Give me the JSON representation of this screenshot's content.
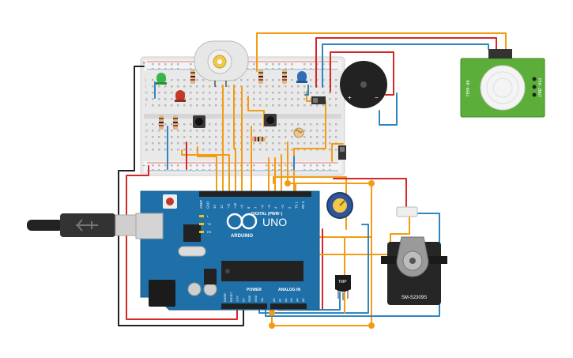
{
  "board": {
    "logo_text": "UNO",
    "brand": "ARDUINO",
    "digital_header": "DIGITAL (PWM~)",
    "digital_pins": [
      "AREF",
      "GND",
      "13",
      "12",
      "~11",
      "~10",
      "~9",
      "8",
      "7",
      "~6",
      "~5",
      "4",
      "~3",
      "2",
      "TX 1",
      "RX 0"
    ],
    "power_header": "POWER",
    "power_pins": [
      "IOREF",
      "RESET",
      "3.3V",
      "5V",
      "GND",
      "GND",
      "Vin"
    ],
    "analog_header": "ANALOG IN",
    "analog_pins": [
      "A0",
      "A1",
      "A2",
      "A3",
      "A4",
      "A5"
    ],
    "led_labels": [
      "L",
      "TX",
      "RX"
    ],
    "on_label": "ON"
  },
  "components": {
    "servo_label": "SM-S2309S",
    "temp_sensor_label": "TMP",
    "pir_label_left": "TEMP-00",
    "pir_label_right": "PIR-2BGT",
    "pir_pins": "GND VCC OUT",
    "buzzer_plus": "+",
    "buzzer_minus": "−"
  },
  "breadboard": {
    "row_letters_top": [
      "j",
      "i",
      "h",
      "g",
      "f"
    ],
    "row_letters_bottom": [
      "e",
      "d",
      "c",
      "b",
      "a"
    ],
    "rail_plus": "+",
    "rail_minus": "−"
  },
  "colors": {
    "wire_orange": "#F39C12",
    "wire_red": "#D62728",
    "wire_blue": "#2E86C1",
    "wire_black": "#222222",
    "board_blue": "#1F6FA8",
    "pir_green": "#5BAE3A"
  }
}
